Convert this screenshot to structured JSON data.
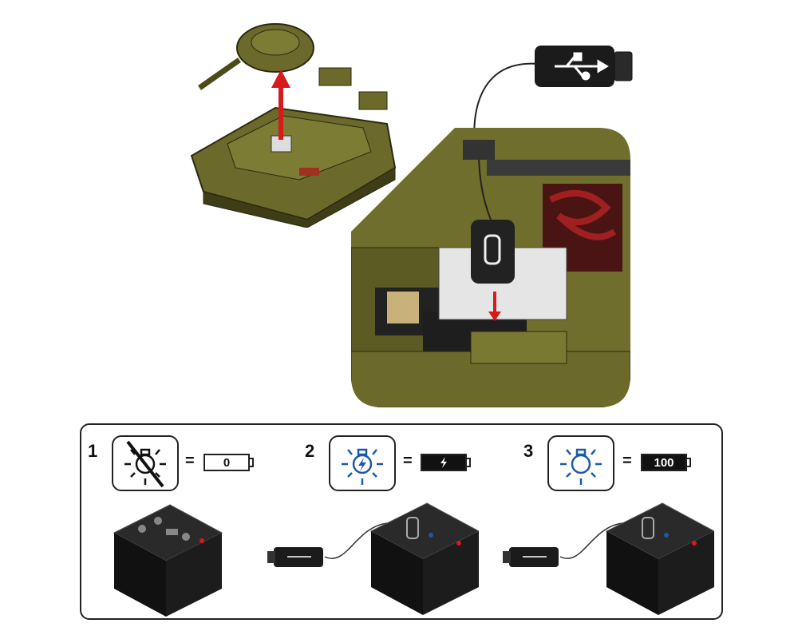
{
  "steps": [
    {
      "number": "1",
      "state": "light-off",
      "battery_label": "0",
      "equals": "="
    },
    {
      "number": "2",
      "state": "charging",
      "battery_label": "",
      "equals": "="
    },
    {
      "number": "3",
      "state": "fully-charged",
      "battery_label": "100",
      "equals": "="
    }
  ],
  "colors": {
    "olive": "#6b6a2a",
    "olive_dark": "#4b4a1c",
    "accent_blue": "#1a5aa8",
    "arrow_red": "#d81a1a"
  }
}
